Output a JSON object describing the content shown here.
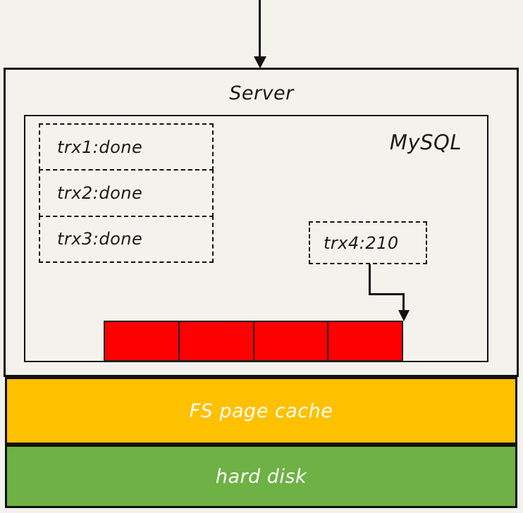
{
  "diagram": {
    "title": "MySQL redo log buffer flush to FS page cache and hard disk",
    "background_color": "#f4f2ed"
  },
  "incoming_arrow": {
    "name": "incoming-arrow",
    "direction": "down",
    "color": "#111111"
  },
  "server": {
    "label": "Server",
    "border_color": "#111111"
  },
  "mysql": {
    "label": "MySQL",
    "border_color": "#111111"
  },
  "transactions": {
    "committed": [
      {
        "label": "trx1:done"
      },
      {
        "label": "trx2:done"
      },
      {
        "label": "trx3:done"
      }
    ],
    "active": {
      "label": "trx4:210"
    }
  },
  "redo_log_buffer": {
    "name": "redo-log-buffer",
    "cell_count": 4,
    "fill_color": "#ff0000",
    "cells": [
      {
        "index": 1
      },
      {
        "index": 2
      },
      {
        "index": 3
      },
      {
        "index": 4
      }
    ]
  },
  "fs_page_cache": {
    "label": "FS page cache",
    "fill_color": "#ffc000",
    "text_color": "#ffffff"
  },
  "hard_disk": {
    "label": "hard disk",
    "fill_color": "#6eb144",
    "text_color": "#ffffff"
  },
  "flush_arrow": {
    "name": "trx4-to-buffer-arrow",
    "style": "elbow",
    "color": "#111111"
  }
}
